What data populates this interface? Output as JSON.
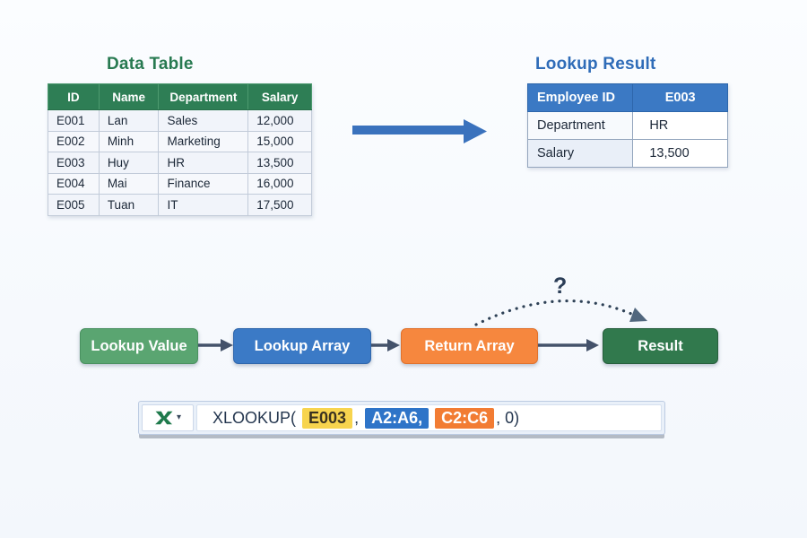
{
  "data_table": {
    "title": "Data Table",
    "headers": [
      "ID",
      "Name",
      "Department",
      "Salary"
    ],
    "rows": [
      [
        "E001",
        "Lan",
        "Sales",
        "12,000"
      ],
      [
        "E002",
        "Minh",
        "Marketing",
        "15,000"
      ],
      [
        "E003",
        "Huy",
        "HR",
        "13,500"
      ],
      [
        "E004",
        "Mai",
        "Finance",
        "16,000"
      ],
      [
        "E005",
        "Tuan",
        "IT",
        "17,500"
      ]
    ]
  },
  "lookup_result": {
    "title": "Lookup Result",
    "header_label": "Employee ID",
    "header_value": "E003",
    "rows": [
      [
        "Department",
        "HR"
      ],
      [
        "Salary",
        "13,500"
      ]
    ]
  },
  "flow": {
    "boxes": [
      {
        "label": "Lookup Value",
        "color": "#5aa571"
      },
      {
        "label": "Lookup Array",
        "color": "#3b7ac6"
      },
      {
        "label": "Return Array",
        "color": "#f6873e"
      },
      {
        "label": "Result",
        "color": "#31794d"
      }
    ],
    "question_mark": "?"
  },
  "formula_bar": {
    "icon": "excel-x-icon",
    "dropdown_icon": "▾",
    "segments": {
      "function_open": "XLOOKUP( ",
      "lookup_value": "E003",
      "comma1": ", ",
      "lookup_array": "A2:A6,",
      "return_array": "C2:C6",
      "closing": ", 0)"
    }
  },
  "colors": {
    "table_header_green": "#2e7e55",
    "result_header_blue": "#3b79c4",
    "highlight_yellow": "#f7d44e",
    "highlight_blue": "#2e74c8",
    "highlight_orange": "#f27c33",
    "big_arrow_blue": "#3a72bd",
    "connector_slate": "#44526a",
    "title_green": "#287a51",
    "title_blue": "#2f6cb8"
  }
}
